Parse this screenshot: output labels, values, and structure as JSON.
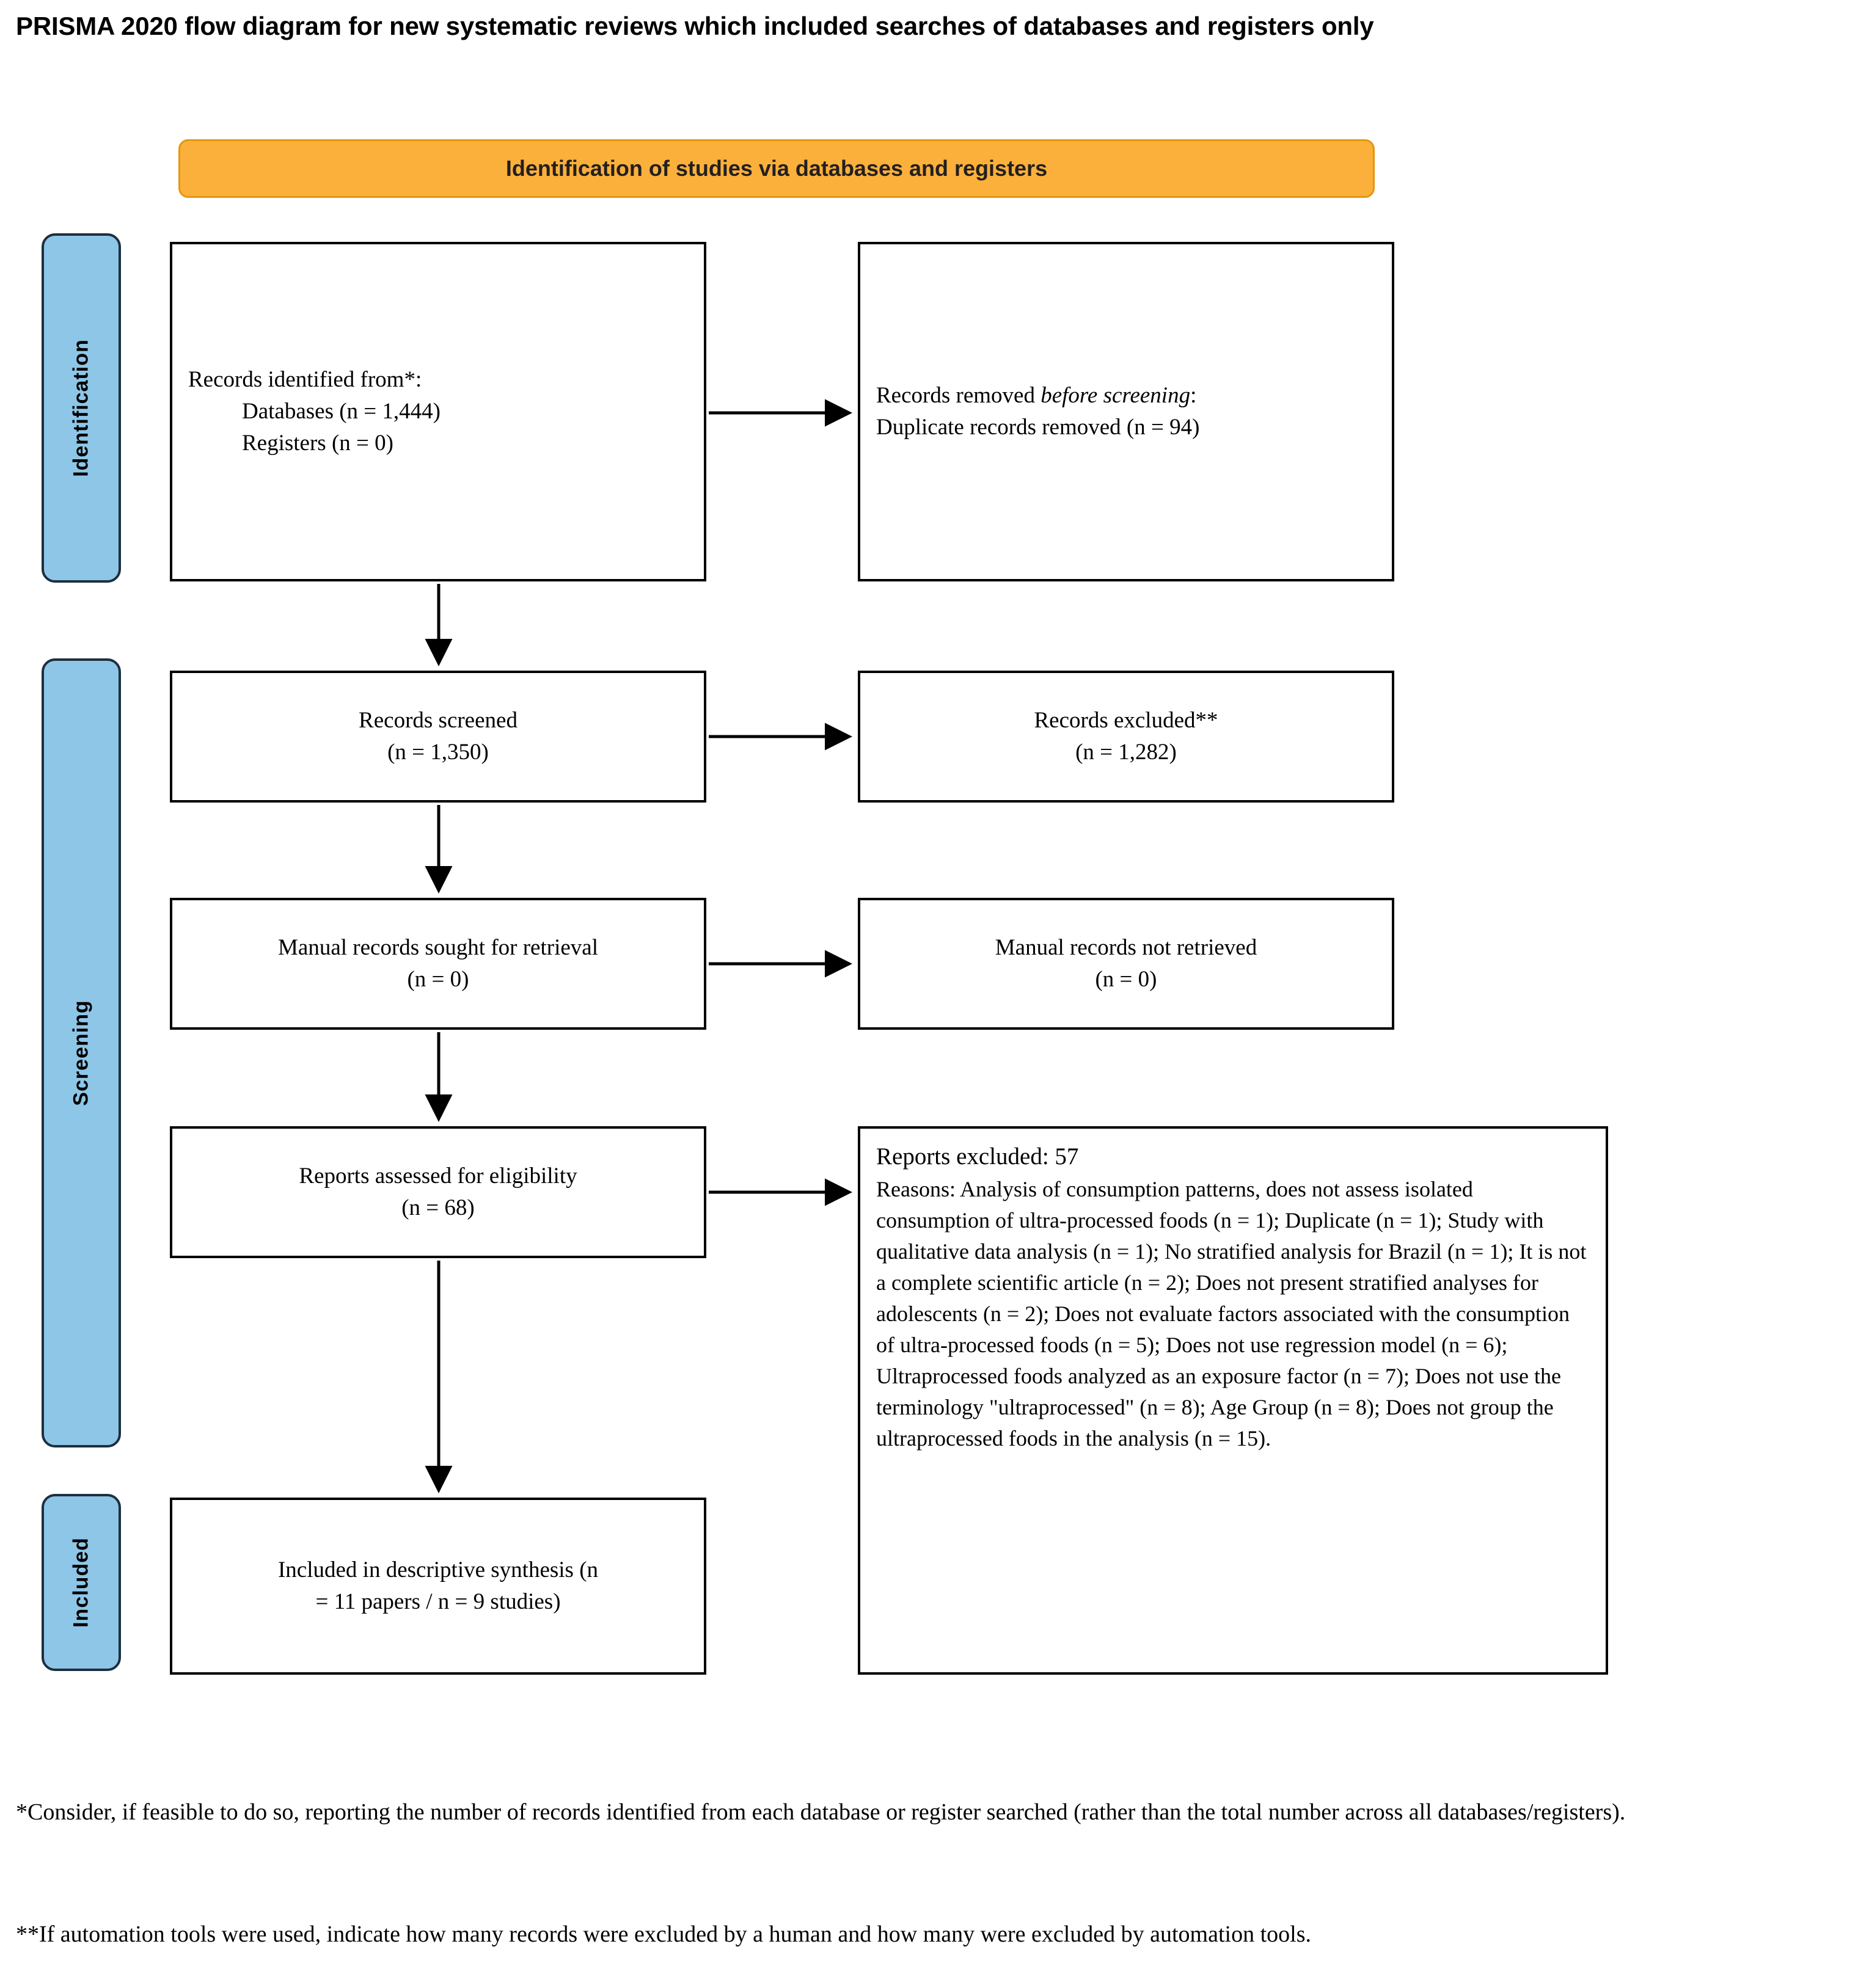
{
  "title": "PRISMA 2020 flow diagram for new systematic reviews which included searches of databases and registers only",
  "banner": {
    "label": "Identification of studies via databases and registers",
    "color": "#FBB03B"
  },
  "stages": {
    "color": "#8EC6E8",
    "identification": "Identification",
    "screening": "Screening",
    "included": "Included"
  },
  "boxes": {
    "identified": {
      "line1": "Records identified from*:",
      "line2": "Databases (n = 1,444)",
      "line3": "Registers (n = 0)"
    },
    "removed": {
      "line1_pre": "Records removed ",
      "line1_it": "before screening",
      "line1_post": ":",
      "line2": "Duplicate records removed (n = 94)"
    },
    "screened": {
      "line1": "Records screened",
      "line2": "(n = 1,350)"
    },
    "excluded": {
      "line1": "Records excluded**",
      "line2": "(n = 1,282)"
    },
    "sought": {
      "line1": "Manual records sought for retrieval",
      "line2": "(n = 0)"
    },
    "not_retrieved": {
      "line1": "Manual records not retrieved",
      "line2": "(n = 0)"
    },
    "assessed": {
      "line1": "Reports assessed for eligibility",
      "line2": "(n = 68)"
    },
    "reports_excluded": {
      "heading": "Reports excluded: 57",
      "body": "Reasons: Analysis of consumption patterns, does not assess isolated consumption of ultra-processed foods (n = 1); Duplicate (n = 1); Study with qualitative data analysis (n = 1); No stratified analysis for Brazil (n = 1); It is not a complete scientific article (n = 2); Does not present stratified analyses for adolescents (n = 2); Does not evaluate factors associated with the consumption of ultra-processed foods (n = 5); Does not use regression model (n = 6); Ultraprocessed foods analyzed as an exposure factor (n = 7); Does not use the terminology \"ultraprocessed\" (n = 8); Age Group (n = 8); Does not group the ultraprocessed foods in the analysis (n = 15)."
    },
    "included": {
      "line1": "Included in descriptive synthesis (n",
      "line2": "= 11 papers / n = 9 studies)"
    }
  },
  "footnotes": {
    "one": "*Consider, if feasible to do so, reporting the number of records identified from each database or register searched (rather than the total number across all databases/registers).",
    "two": "**If automation tools were used, indicate how many records were excluded by a human and how many were excluded by automation tools."
  }
}
